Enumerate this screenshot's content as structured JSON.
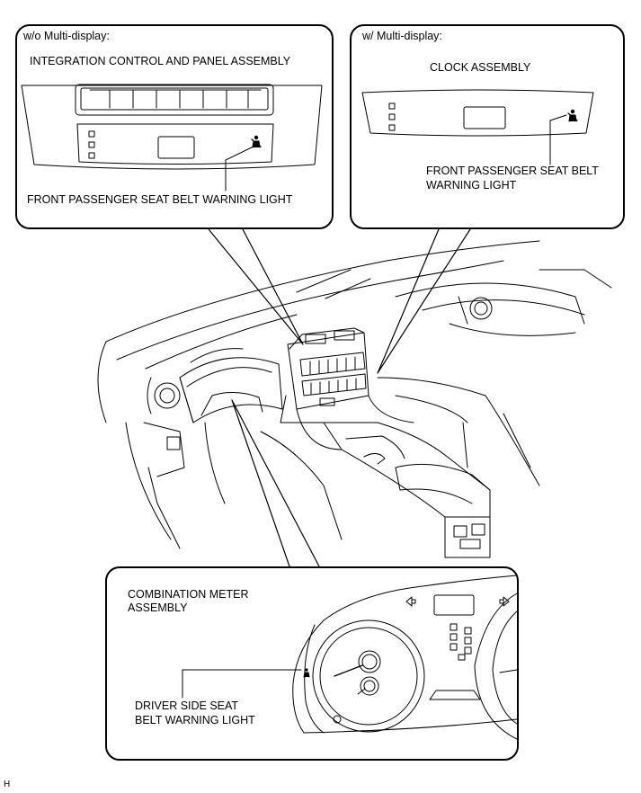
{
  "panel_wo_multi": {
    "header": "w/o Multi-display:",
    "assembly_label": "INTEGRATION CONTROL AND PANEL ASSEMBLY",
    "light_label": "FRONT PASSENGER SEAT BELT WARNING LIGHT"
  },
  "panel_w_multi": {
    "header": "w/ Multi-display:",
    "assembly_label": "CLOCK ASSEMBLY",
    "light_label_line1": "FRONT PASSENGER SEAT BELT",
    "light_label_line2": "WARNING LIGHT"
  },
  "panel_meter": {
    "assembly_label_line1": "COMBINATION METER",
    "assembly_label_line2": "ASSEMBLY",
    "light_label_line1": "DRIVER SIDE SEAT",
    "light_label_line2": "BELT WARNING LIGHT"
  },
  "footer_code": "H",
  "icons": [
    "seatbelt-icon",
    "arrow-left-icon",
    "arrow-right-icon"
  ]
}
